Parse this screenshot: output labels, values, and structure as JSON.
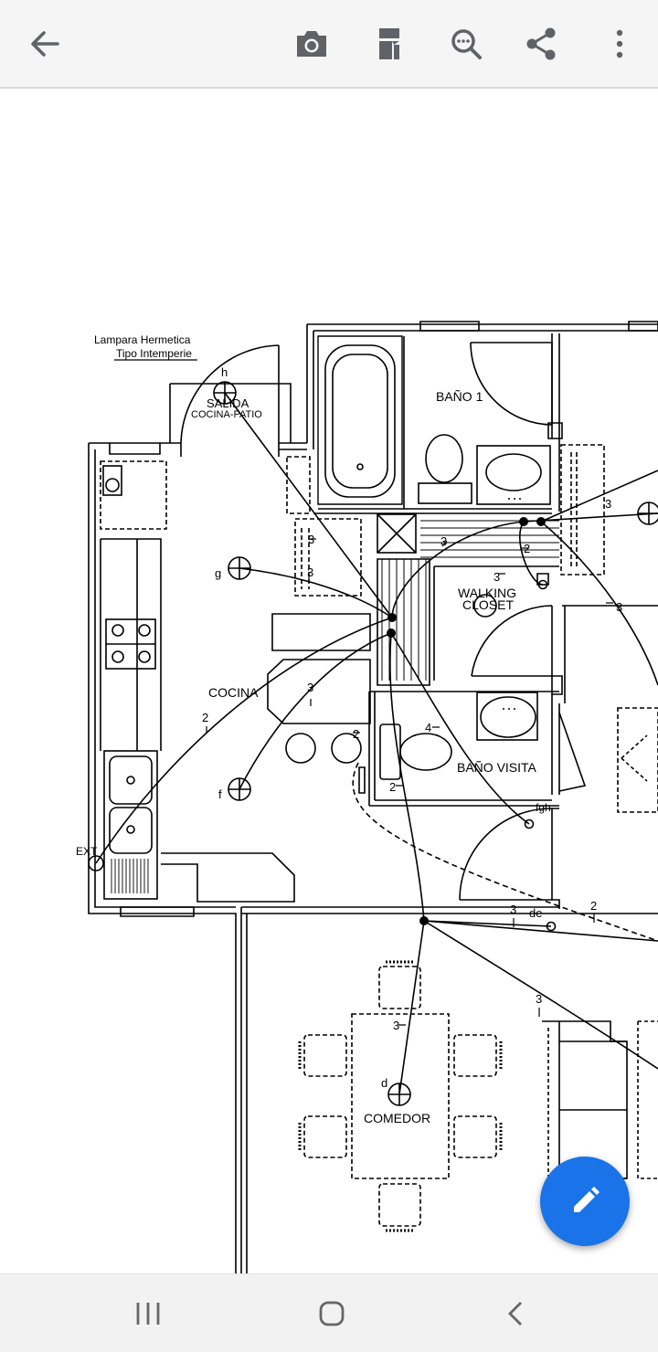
{
  "app": {
    "toolbar": {
      "back": {
        "icon": "arrow-left-icon"
      },
      "actions": [
        {
          "name": "screenshot-button",
          "icon": "camera-icon"
        },
        {
          "name": "page-layout-button",
          "icon": "page-layout-icon"
        },
        {
          "name": "search-button",
          "icon": "search-icon"
        },
        {
          "name": "share-button",
          "icon": "share-icon"
        },
        {
          "name": "more-options-button",
          "icon": "more-vert-icon"
        }
      ]
    },
    "fab": {
      "icon": "pencil-icon",
      "color": "#1a73e8"
    },
    "navbar": {
      "items": [
        {
          "name": "recent-apps-button",
          "icon": "recent-apps-icon"
        },
        {
          "name": "home-button",
          "icon": "home-icon"
        },
        {
          "name": "nav-back-button",
          "icon": "chevron-left-icon"
        }
      ]
    }
  },
  "plan": {
    "notes": {
      "lamp_line1": "Lampara Hermetica",
      "lamp_line2": "Tipo Intemperie"
    },
    "rooms": {
      "salida": "SALIDA",
      "cocina_patio": "COCINA-PATIO",
      "bano1": "BAÑO 1",
      "walking": "WALKING",
      "closet": "CLOSET",
      "cocina": "COCINA",
      "bano_visita": "BAÑO VISITA",
      "comedor": "COMEDOR"
    },
    "fixtures": {
      "h": "h",
      "g": "g",
      "f": "f",
      "d": "d",
      "ext": "EXT",
      "fgh": "fgh",
      "de": "de"
    },
    "wire_counts": {
      "n3": "3",
      "n2": "2",
      "n4": "4",
      "t3_salida": "3",
      "t3_g": "3",
      "t3_mid": "3",
      "t3_walk": "3",
      "t3_closet": "3",
      "t2_closet": "2",
      "t3_right": "3",
      "t3_right2": "3",
      "t2_cocina": "2",
      "t3_cocina": "3",
      "t2_bath": "2",
      "t4_bath": "4",
      "t2_bath2": "2",
      "t3_bottom": "3",
      "t2_bottom": "2",
      "t3_living": "3",
      "t3_comedor": "3"
    }
  }
}
